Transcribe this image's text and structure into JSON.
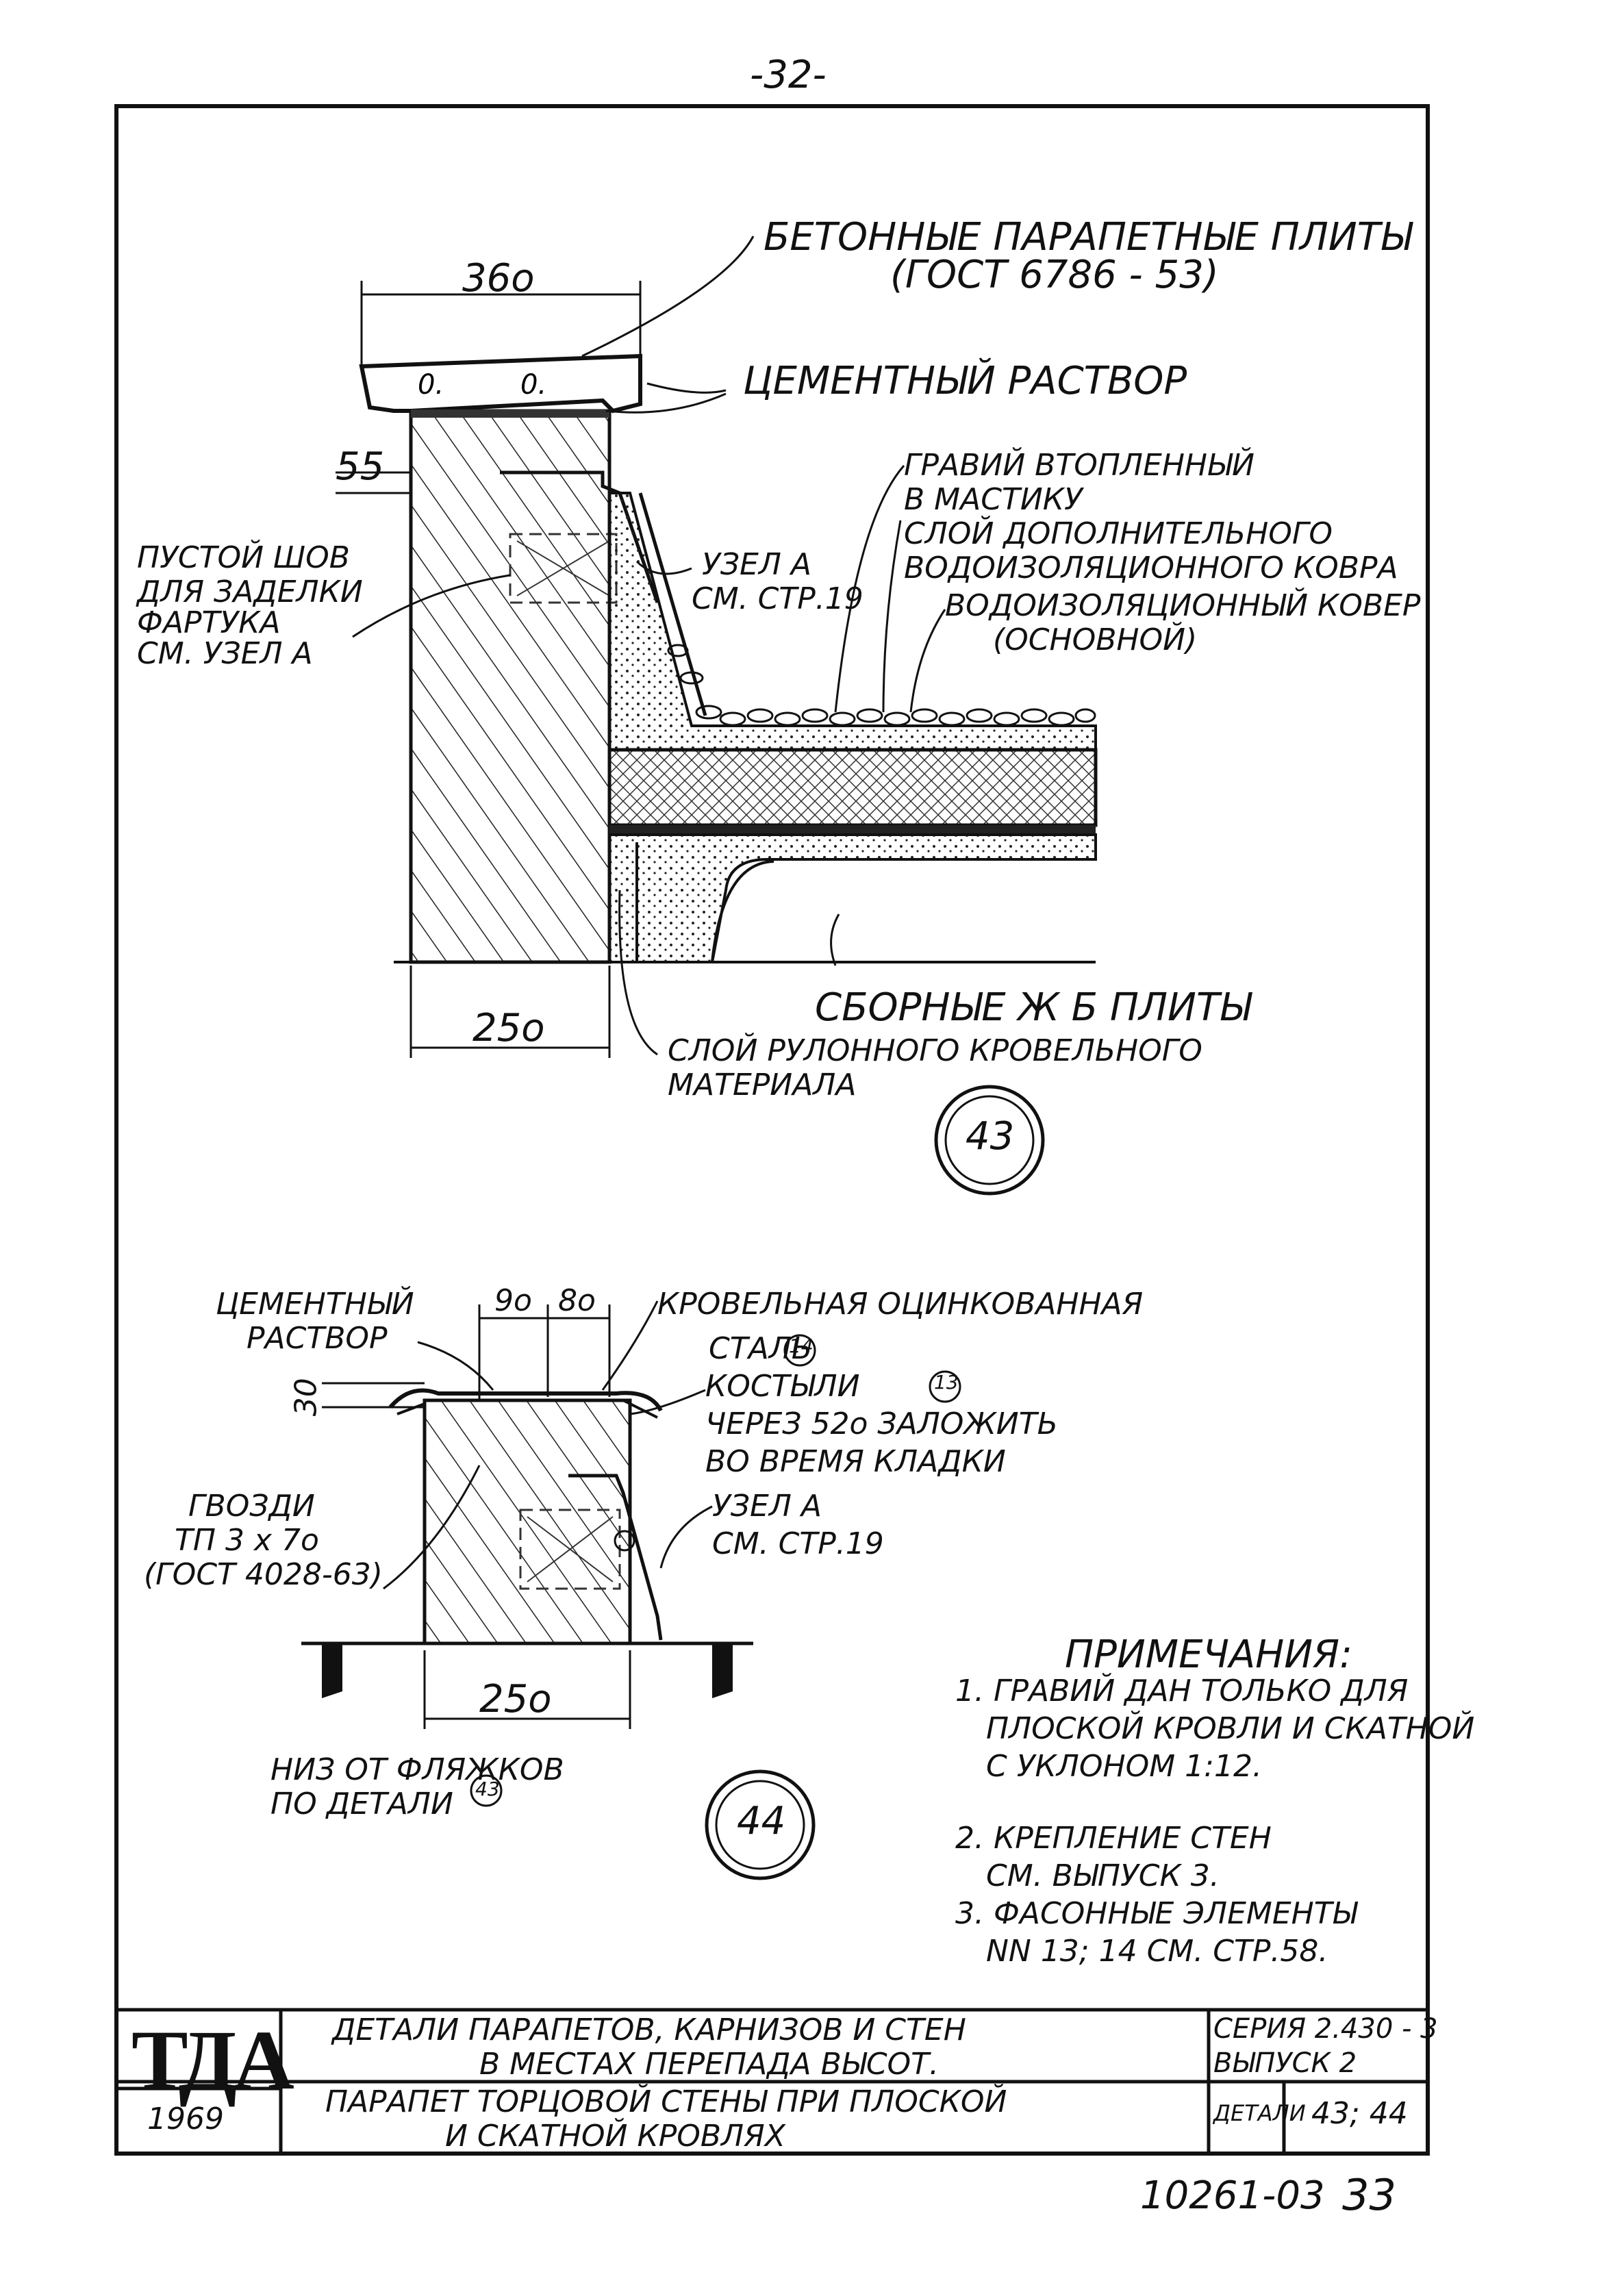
{
  "page_number": "-32-",
  "fig43": {
    "dim_top": "36о",
    "dim_55": "55",
    "dim_bottom": "25о",
    "label_plates": [
      "БЕТОННЫЕ ПАРАПЕТНЫЕ ПЛИТЫ",
      "(ГОСТ 6786 - 53)"
    ],
    "label_mortar": "ЦЕМЕНТНЫЙ РАСТВОР",
    "label_gravel": [
      "ГРАВИЙ ВТОПЛЕННЫЙ",
      "В МАСТИКУ"
    ],
    "label_extra_layer": [
      "СЛОЙ ДОПОЛНИТЕЛЬНОГО",
      "ВОДОИЗОЛЯЦИОННОГО КОВРА"
    ],
    "label_main_carpet": [
      "ВОДОИЗОЛЯЦИОННЫЙ КОВЕР",
      "(ОСНОВНОЙ)"
    ],
    "label_node_a": [
      "УЗЕЛ А",
      "СМ. СТР.19"
    ],
    "label_joint": [
      "ПУСТОЙ ШОВ",
      "ДЛЯ ЗАДЕЛКИ",
      "ФАРТУКА",
      "СМ. УЗЕЛ А"
    ],
    "label_precast": "СБОРНЫЕ Ж Б ПЛИТЫ",
    "label_roll": [
      "СЛОЙ РУЛОННОГО КРОВЕЛЬНОГО",
      "МАТЕРИАЛА"
    ],
    "number": "43"
  },
  "fig44": {
    "dim_90": "9о",
    "dim_80": "8о",
    "dim_30": "30",
    "dim_bottom": "25о",
    "label_mortar": [
      "ЦЕМЕНТНЫЙ",
      "РАСТВОР"
    ],
    "label_steel": [
      "КРОВЕЛЬНАЯ ОЦИНКОВАННАЯ",
      "СТАЛЬ"
    ],
    "label_steel_ref": "14",
    "label_crutch": [
      "КОСТЫЛИ",
      "ЧЕРЕЗ 52о ЗАЛОЖИТЬ",
      "ВО ВРЕМЯ КЛАДКИ"
    ],
    "label_crutch_ref": "13",
    "label_nails": [
      "ГВОЗДИ",
      "ТП 3 х 7о",
      "(ГОСТ 4028-63)"
    ],
    "label_node_a": [
      "УЗЕЛ А",
      "СМ. СТР.19"
    ],
    "label_below": [
      "НИЗ ОТ ФЛЯЖКОВ",
      "ПО ДЕТАЛИ"
    ],
    "label_below_ref": "43",
    "number": "44"
  },
  "notes": {
    "title": "ПРИМЕЧАНИЯ:",
    "items": [
      [
        "1. ГРАВИЙ ДАН ТОЛЬКО ДЛЯ",
        "ПЛОСКОЙ КРОВЛИ И СКАТНОЙ",
        "С УКЛОНОМ 1:12."
      ],
      [
        "2. КРЕПЛЕНИЕ СТЕН",
        "СМ. ВЫПУСК 3."
      ],
      [
        "3. ФАСОННЫЕ ЭЛЕМЕНТЫ",
        "NN 13; 14 СМ. СТР.58."
      ]
    ]
  },
  "title_block": {
    "logo": "ТДА",
    "year": "1969",
    "title1": [
      "ДЕТАЛИ ПАРАПЕТОВ, КАРНИЗОВ И СТЕН",
      "В МЕСТАХ ПЕРЕПАДА ВЫСОТ."
    ],
    "title2": [
      "ПАРАПЕТ ТОРЦОВОЙ СТЕНЫ ПРИ ПЛОСКОЙ",
      "И СКАТНОЙ КРОВЛЯХ"
    ],
    "series": "СЕРИЯ 2.430 - 3",
    "issue": "ВЫПУСК 2",
    "details_label": "ДЕТАЛИ",
    "details_value": "43; 44"
  },
  "footer": {
    "code": "10261-03",
    "sheet": "33"
  }
}
